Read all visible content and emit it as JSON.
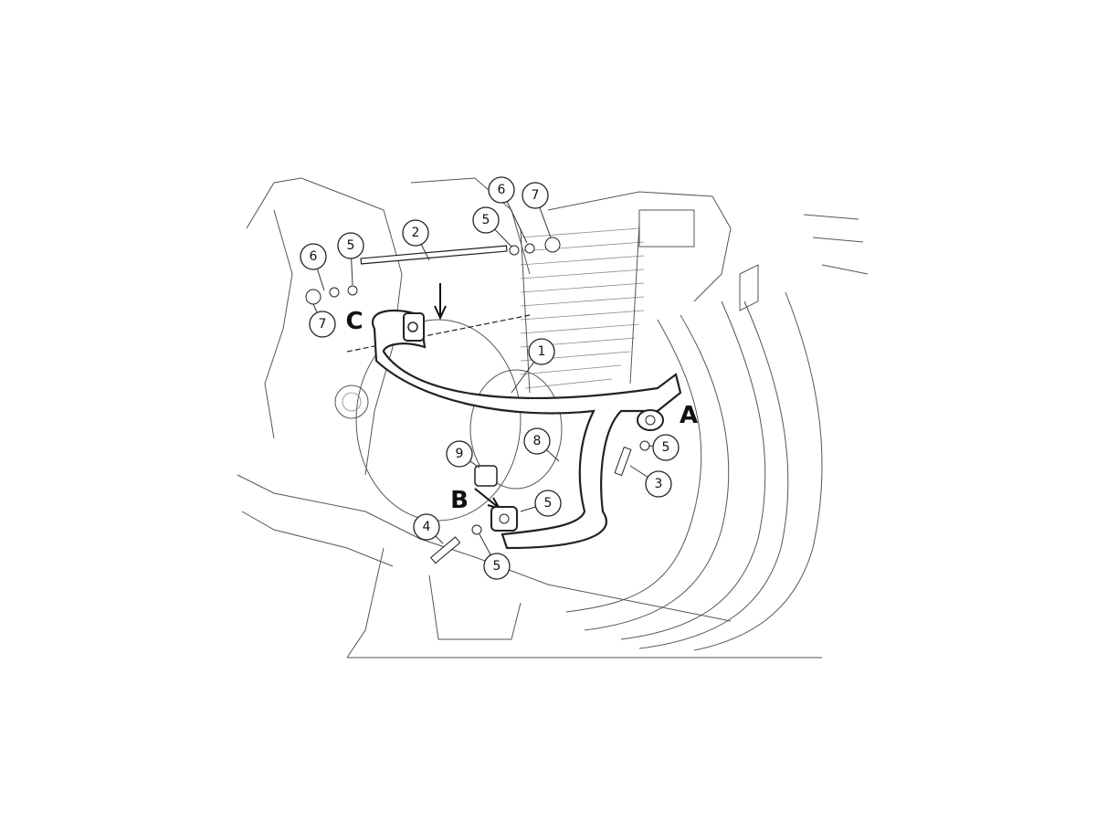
{
  "diagram": {
    "callouts": [
      {
        "id": "c6a",
        "label": "6"
      },
      {
        "id": "c5a",
        "label": "5"
      },
      {
        "id": "c2",
        "label": "2"
      },
      {
        "id": "c5b",
        "label": "5"
      },
      {
        "id": "c6b",
        "label": "6"
      },
      {
        "id": "c7a",
        "label": "7"
      },
      {
        "id": "c7b",
        "label": "7"
      },
      {
        "id": "c1",
        "label": "1"
      },
      {
        "id": "c5c",
        "label": "5"
      },
      {
        "id": "c3",
        "label": "3"
      },
      {
        "id": "c8",
        "label": "8"
      },
      {
        "id": "c9",
        "label": "9"
      },
      {
        "id": "c5d",
        "label": "5"
      },
      {
        "id": "c4",
        "label": "4"
      },
      {
        "id": "c5e",
        "label": "5"
      }
    ],
    "mount_points": {
      "a": "A",
      "b": "B",
      "c": "C"
    }
  }
}
